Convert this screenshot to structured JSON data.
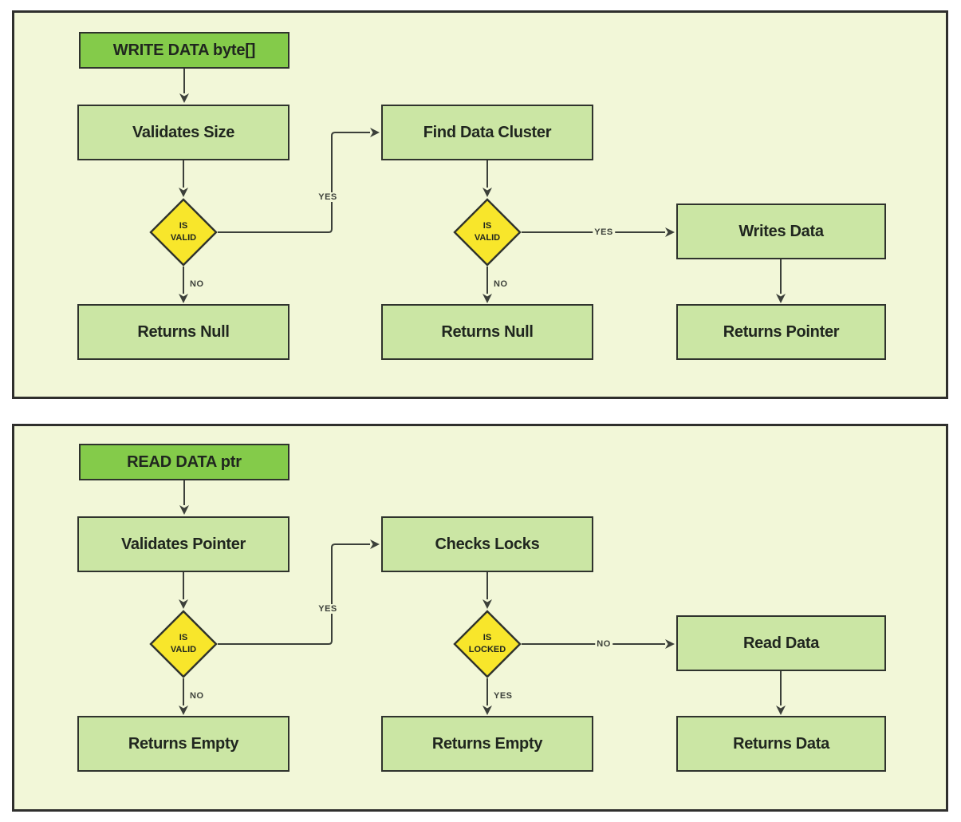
{
  "colors": {
    "page_bg": "#ffffff",
    "panel_bg": "#f2f7d8",
    "panel_border": "#2f2f2d",
    "node_border": "#2f332d",
    "start_fill": "#84cb4a",
    "process_fill": "#cbe6a4",
    "decision_fill": "#f8e62b",
    "line": "#3c403a",
    "text": "#20261f"
  },
  "write_flow": {
    "title_node": "WRITE DATA byte[]",
    "process_nodes": {
      "validates_size": "Validates Size",
      "find_data_cluster": "Find Data Cluster",
      "writes_data": "Writes Data",
      "returns_null_left": "Returns Null",
      "returns_null_mid": "Returns Null",
      "returns_pointer": "Returns Pointer"
    },
    "decisions": {
      "is_valid_size": [
        "IS",
        "VALID"
      ],
      "is_valid_cluster": [
        "IS",
        "VALID"
      ]
    },
    "edge_labels": {
      "size_valid_yes": "YES",
      "size_valid_no": "NO",
      "cluster_valid_yes": "YES",
      "cluster_valid_no": "NO"
    }
  },
  "read_flow": {
    "title_node": "READ DATA ptr",
    "process_nodes": {
      "validates_pointer": "Validates Pointer",
      "checks_locks": "Checks Locks",
      "read_data": "Read Data",
      "returns_empty_left": "Returns Empty",
      "returns_empty_mid": "Returns Empty",
      "returns_data": "Returns Data"
    },
    "decisions": {
      "is_valid_pointer": [
        "IS",
        "VALID"
      ],
      "is_locked": [
        "IS",
        "LOCKED"
      ]
    },
    "edge_labels": {
      "pointer_valid_yes": "YES",
      "pointer_valid_no": "NO",
      "locked_no": "NO",
      "locked_yes": "YES"
    }
  }
}
